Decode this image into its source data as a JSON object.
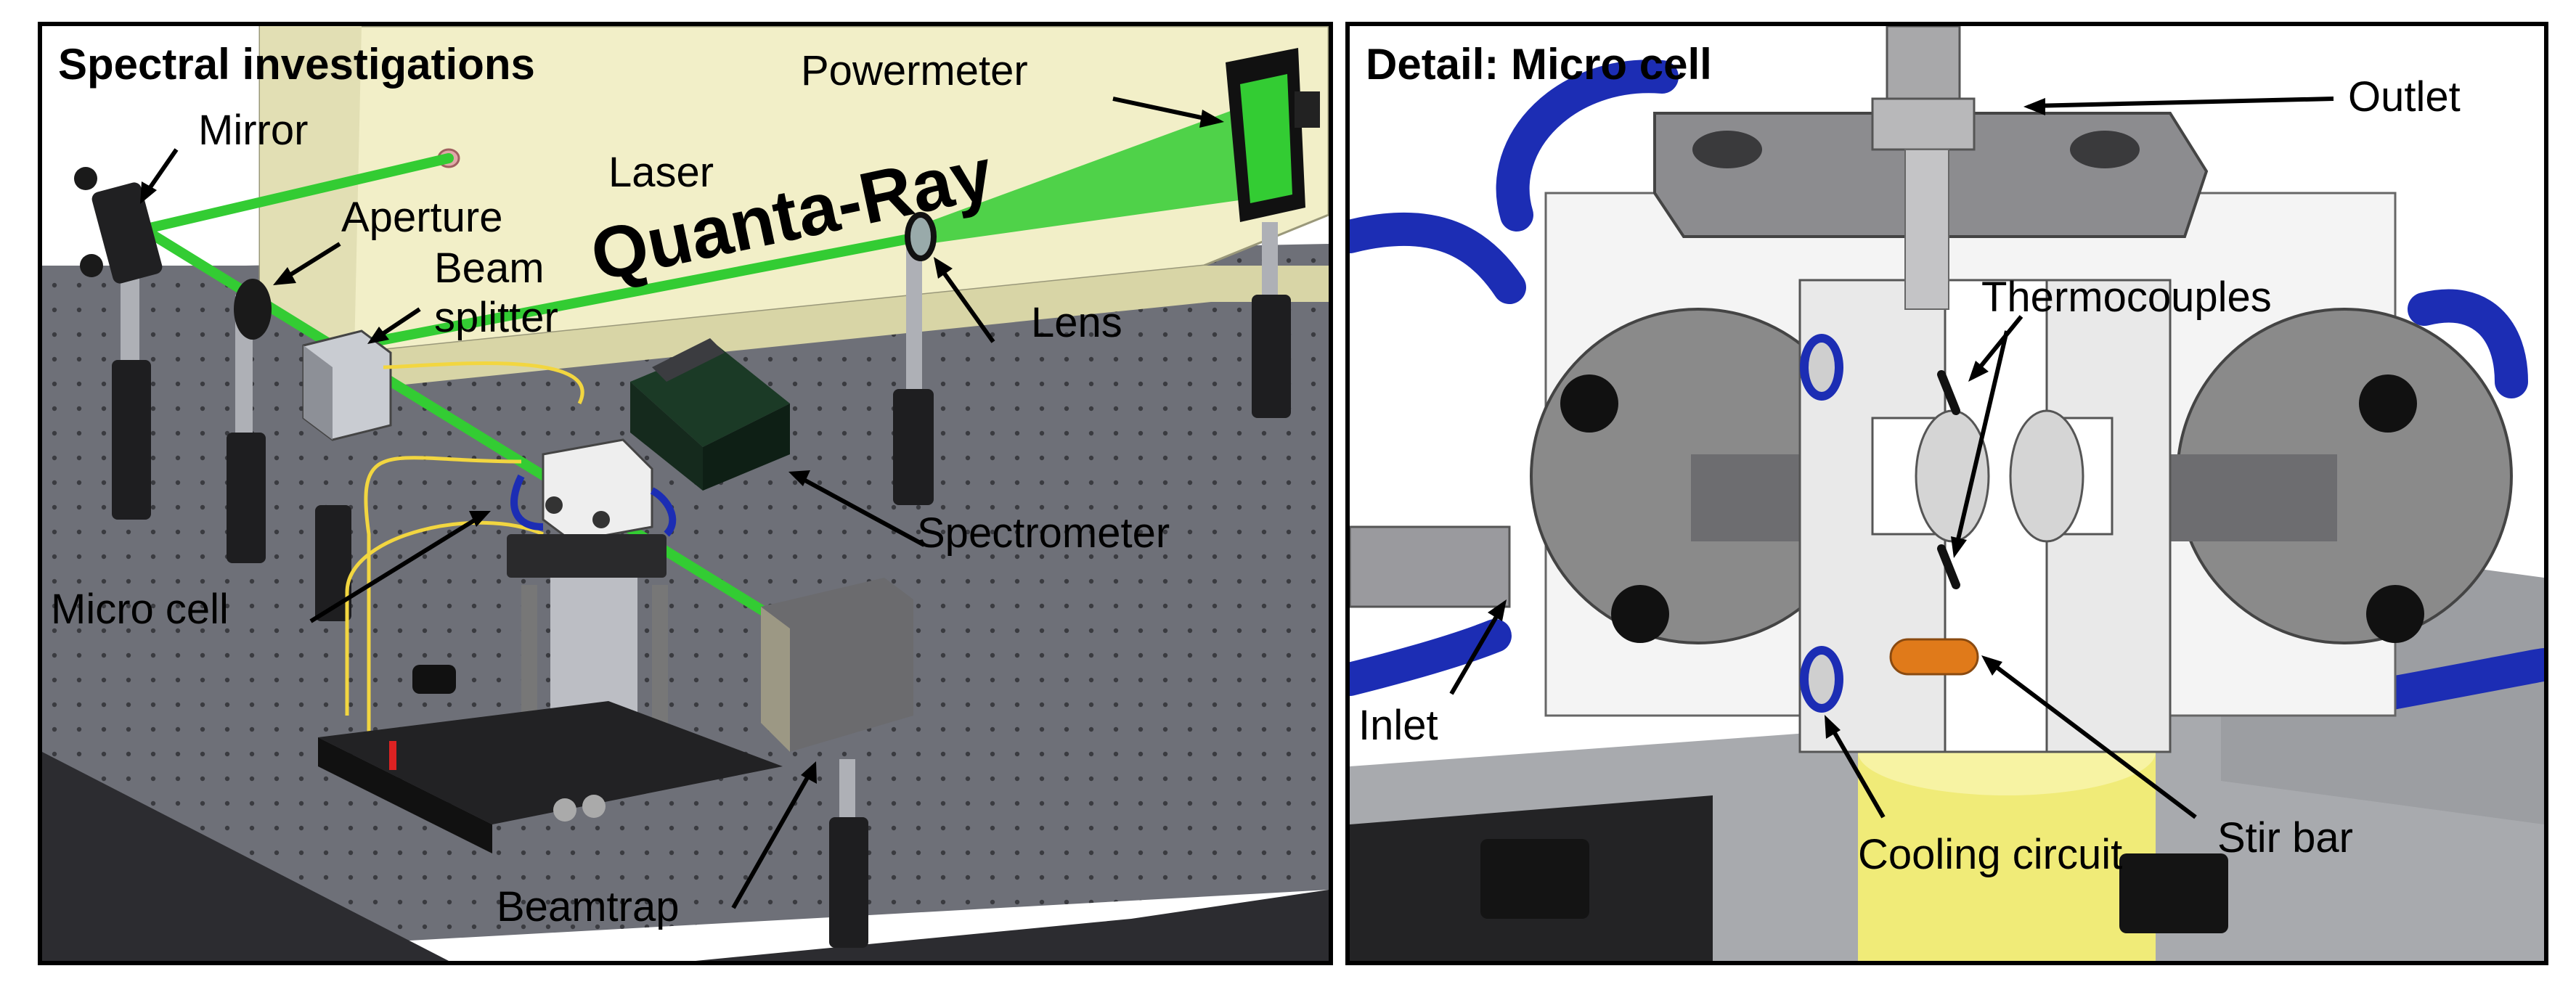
{
  "panels": {
    "left": {
      "title": "Spectral investigations",
      "brand_text": "Quanta-Ray",
      "labels": {
        "powermeter": "Powermeter",
        "mirror": "Mirror",
        "laser": "Laser",
        "aperture": "Aperture",
        "beam": "Beam",
        "splitter": "splitter",
        "lens": "Lens",
        "spectrometer": "Spectrometer",
        "micro_cell": "Micro cell",
        "beamtrap": "Beamtrap"
      }
    },
    "right": {
      "title": "Detail: Micro cell",
      "labels": {
        "outlet": "Outlet",
        "thermocouples": "Thermocouples",
        "inlet": "Inlet",
        "stir_bar": "Stir bar",
        "cooling_circuit": "Cooling circuit"
      }
    }
  },
  "colors": {
    "laser_beam": "#33cc33",
    "laser_housing": "#f2efc8",
    "table_top": "#6e7078",
    "tubing": "#1c2db4",
    "stir_bar": "#e07a1a",
    "stage": "#f0eb78",
    "cell_body": "#f4f4f4",
    "cell_metal": "#8a8a8a"
  }
}
